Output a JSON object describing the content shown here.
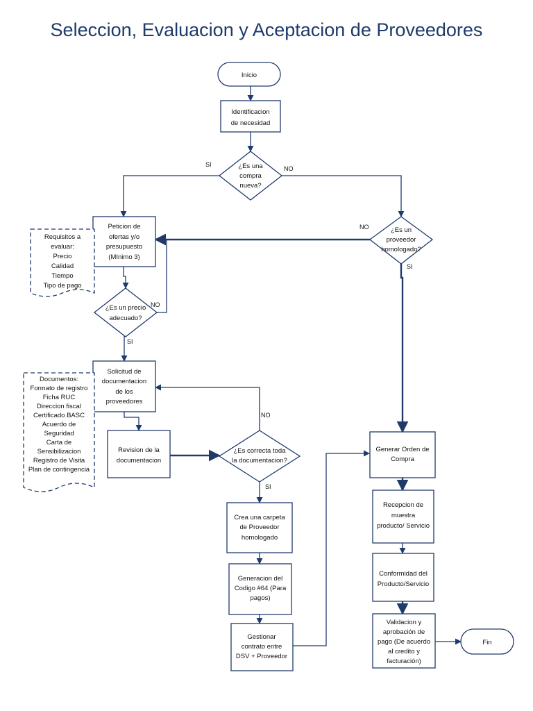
{
  "title": "Seleccion, Evaluacion y Aceptacion de Proveedores",
  "nodes": {
    "inicio": "Inicio",
    "identificacion": [
      "Identificacion",
      "de necesidad"
    ],
    "compra_nueva": [
      "¿Es una",
      "compra",
      "nueva?"
    ],
    "peticion": [
      "Peticion de",
      "ofertas y/o",
      "presupuesto",
      "(MInimo 3)"
    ],
    "requisitos": [
      "Requisitos a",
      "evaluar:",
      "Precio",
      "Calidad",
      "Tiempo",
      "Tipo de pago"
    ],
    "precio": [
      "¿Es un precio",
      "adecuado?"
    ],
    "proveedor_homologado": [
      "¿Es un",
      "proveedor",
      "homologado?"
    ],
    "solicitud": [
      "Solicitud de",
      "documentacion",
      "de los",
      "proveedores"
    ],
    "documentos": [
      "Documentos:",
      "Formato de registro",
      "Ficha RUC",
      "Direccion fiscal",
      "Certificado BASC",
      "Acuerdo de",
      "Seguridad",
      "Carta de",
      "Sensibilizacion",
      "Registro de Visita",
      "Plan de contingencia"
    ],
    "revision": [
      "Revision de la",
      "documentacion"
    ],
    "correcta": [
      "¿Es correcta toda",
      "la documentacion?"
    ],
    "carpeta": [
      "Crea una carpeta",
      "de Proveedor",
      "homologado"
    ],
    "codigo": [
      "Generacion del",
      "Codigo #64 (Para",
      "pagos)"
    ],
    "contrato": [
      "Gestionar",
      "contrato entre",
      "DSV + Proveedor"
    ],
    "orden": [
      "Generar Orden de",
      "Compra"
    ],
    "recepcion": [
      "Recepcion de",
      "muestra",
      "producto/ Servicio"
    ],
    "conformidad": [
      "Conformidad del",
      "Producto/Servicio"
    ],
    "validacion": [
      "Validacion y",
      "aprobación de",
      "pago (De acuerdo",
      "al credito y",
      "facturación)"
    ],
    "fin": "Fin"
  },
  "edge_labels": {
    "si": "SI",
    "no": "NO"
  },
  "colors": {
    "line": "#1f3a6b",
    "title": "#1f3a6b",
    "text": "#111111"
  }
}
